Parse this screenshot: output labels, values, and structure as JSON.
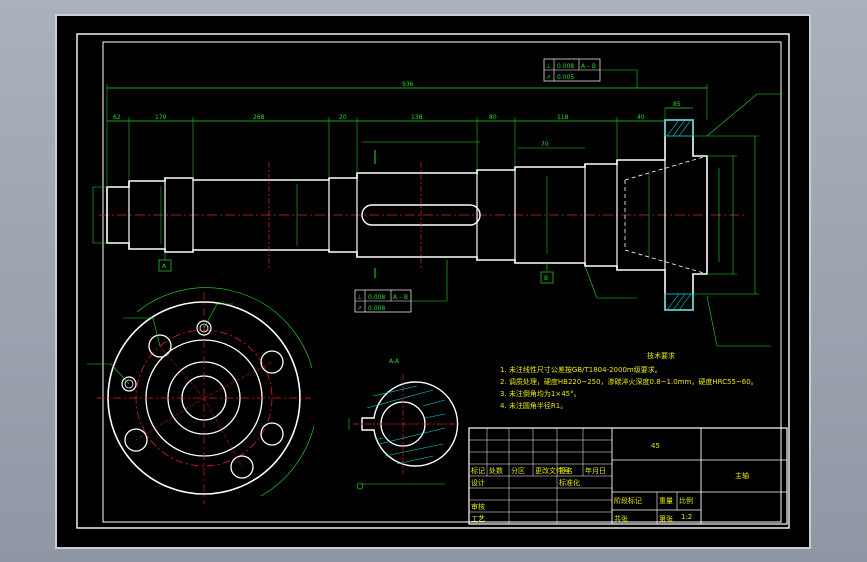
{
  "dimensions": {
    "overall": "936",
    "seg_a": "62",
    "seg_b": "170",
    "seg_c": "268",
    "seg_d": "20",
    "seg_e": "138",
    "seg_f": "80",
    "seg_g": "118",
    "seg_h": "40",
    "seg_i": "85",
    "key_len": "70",
    "section_label": "A-A"
  },
  "tolerance_frames_top": [
    {
      "sym": "⊥",
      "val": "0.008",
      "ref": "A – B"
    },
    {
      "sym": "↗",
      "val": "0.005",
      "ref": ""
    }
  ],
  "tolerance_frames_mid": [
    {
      "sym": "⊥",
      "val": "0.008",
      "ref": "A – B"
    },
    {
      "sym": "↗",
      "val": "0.008",
      "ref": ""
    }
  ],
  "datums": {
    "a": "A",
    "b": "B"
  },
  "tech_requirements": {
    "title": "技术要求",
    "items": [
      "1. 未注线性尺寸公差按GB/T1804-2000m级要求。",
      "2. 调质处理，硬度HB220~250，渗碳淬火深度0.8~1.0mm，硬度HRC55~60。",
      "3. 未注倒角均为1×45°。",
      "4. 未注圆角半径R1。"
    ]
  },
  "title_block": {
    "material": "45",
    "part_name": "主轴",
    "scale_label": "比例",
    "scale": "1:2",
    "row_labels": [
      "标记",
      "处数",
      "分区",
      "更改文件号",
      "签名",
      "年月日"
    ],
    "design_label": "设计",
    "standard_label": "标准化",
    "review_label": "审核",
    "craft_label": "工艺",
    "stage_label": "阶段标记",
    "weight_label": "重量",
    "sheet_label": "共张",
    "sheet_of": "第张"
  },
  "colors": {
    "background": "#000000",
    "line": "#ffffff",
    "dimension": "#22dd22",
    "center": "#e02020",
    "hatch": "#00d8d8",
    "text": "#e8e800"
  }
}
